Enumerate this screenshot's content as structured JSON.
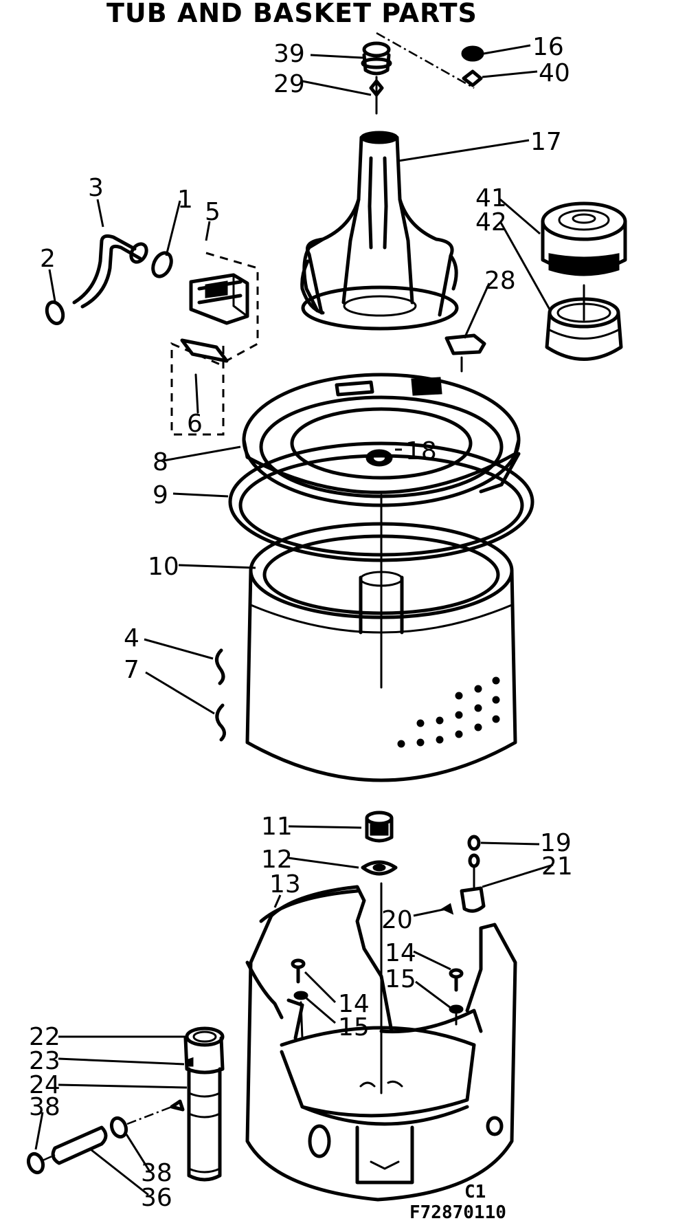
{
  "title": "TUB AND BASKET PARTS",
  "code": "F72870110",
  "code_suffix": "C1",
  "labels": {
    "l1": "1",
    "l2": "2",
    "l3": "3",
    "l4": "4",
    "l5": "5",
    "l6": "6",
    "l7": "7",
    "l8": "8",
    "l9": "9",
    "l10": "10",
    "l11": "11",
    "l12": "12",
    "l13": "13",
    "l14a": "14",
    "l14b": "14",
    "l15a": "15",
    "l15b": "15",
    "l16": "16",
    "l17": "17",
    "l18": "18",
    "l19": "19",
    "l20": "20",
    "l21": "21",
    "l22": "22",
    "l23": "23",
    "l24": "24",
    "l28": "28",
    "l29": "29",
    "l36": "36",
    "l38a": "38",
    "l38b": "38",
    "l39": "39",
    "l40": "40",
    "l41": "41",
    "l42": "42"
  }
}
